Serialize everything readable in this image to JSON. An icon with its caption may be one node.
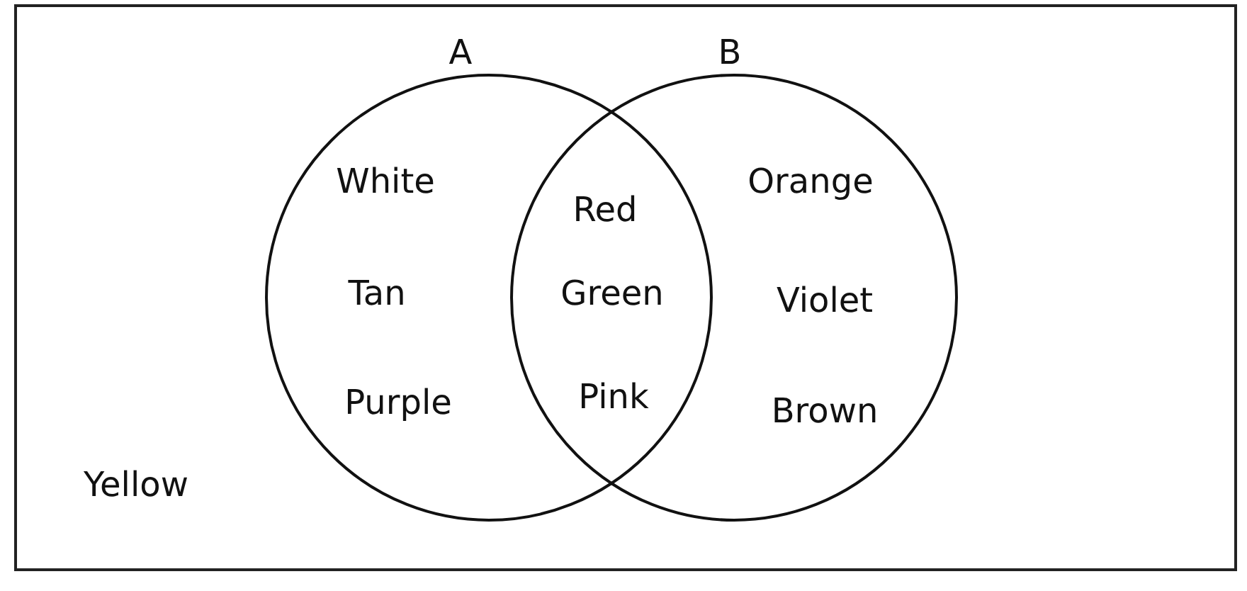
{
  "diagram": {
    "nodes": [
      {
        "text": [
          "Yellow"
        ]
      },
      {
        "text": [
          "A",
          "White",
          "Tan",
          "Purple"
        ],
        "in": 0
      },
      {
        "text": [
          "B",
          "Orange",
          "Violet",
          "Brown"
        ],
        "in": 0
      }
    ],
    "labels": [
      "Red",
      "Green",
      "Pink"
    ]
  }
}
